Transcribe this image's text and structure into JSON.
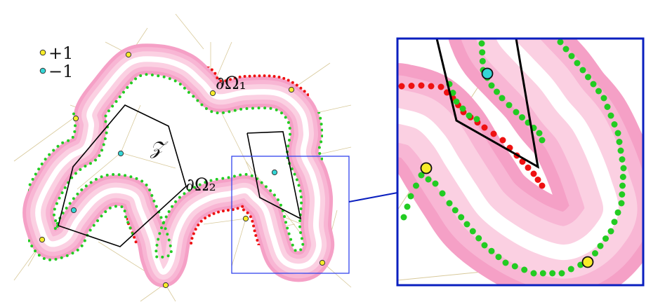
{
  "legend": {
    "items": [
      {
        "label": "+1",
        "color": "#f7ec2a"
      },
      {
        "label": "−1",
        "color": "#35d6d6"
      }
    ]
  },
  "labels": {
    "outer_boundary": "∂Ω₁",
    "inner_boundary": "∂Ω₂",
    "set_z": "𝒵"
  },
  "colors": {
    "band_outer": "#f5a0c6",
    "band_mid": "#fbd0e2",
    "band_core": "#ffffff",
    "outer_dots": "#22cc22",
    "inner_dots": "#ee1111",
    "mesh": "#d8c99a",
    "polygon": "#000000",
    "zoom_frame_small": "#3344ee",
    "zoom_frame_big": "#0a1fbf"
  }
}
